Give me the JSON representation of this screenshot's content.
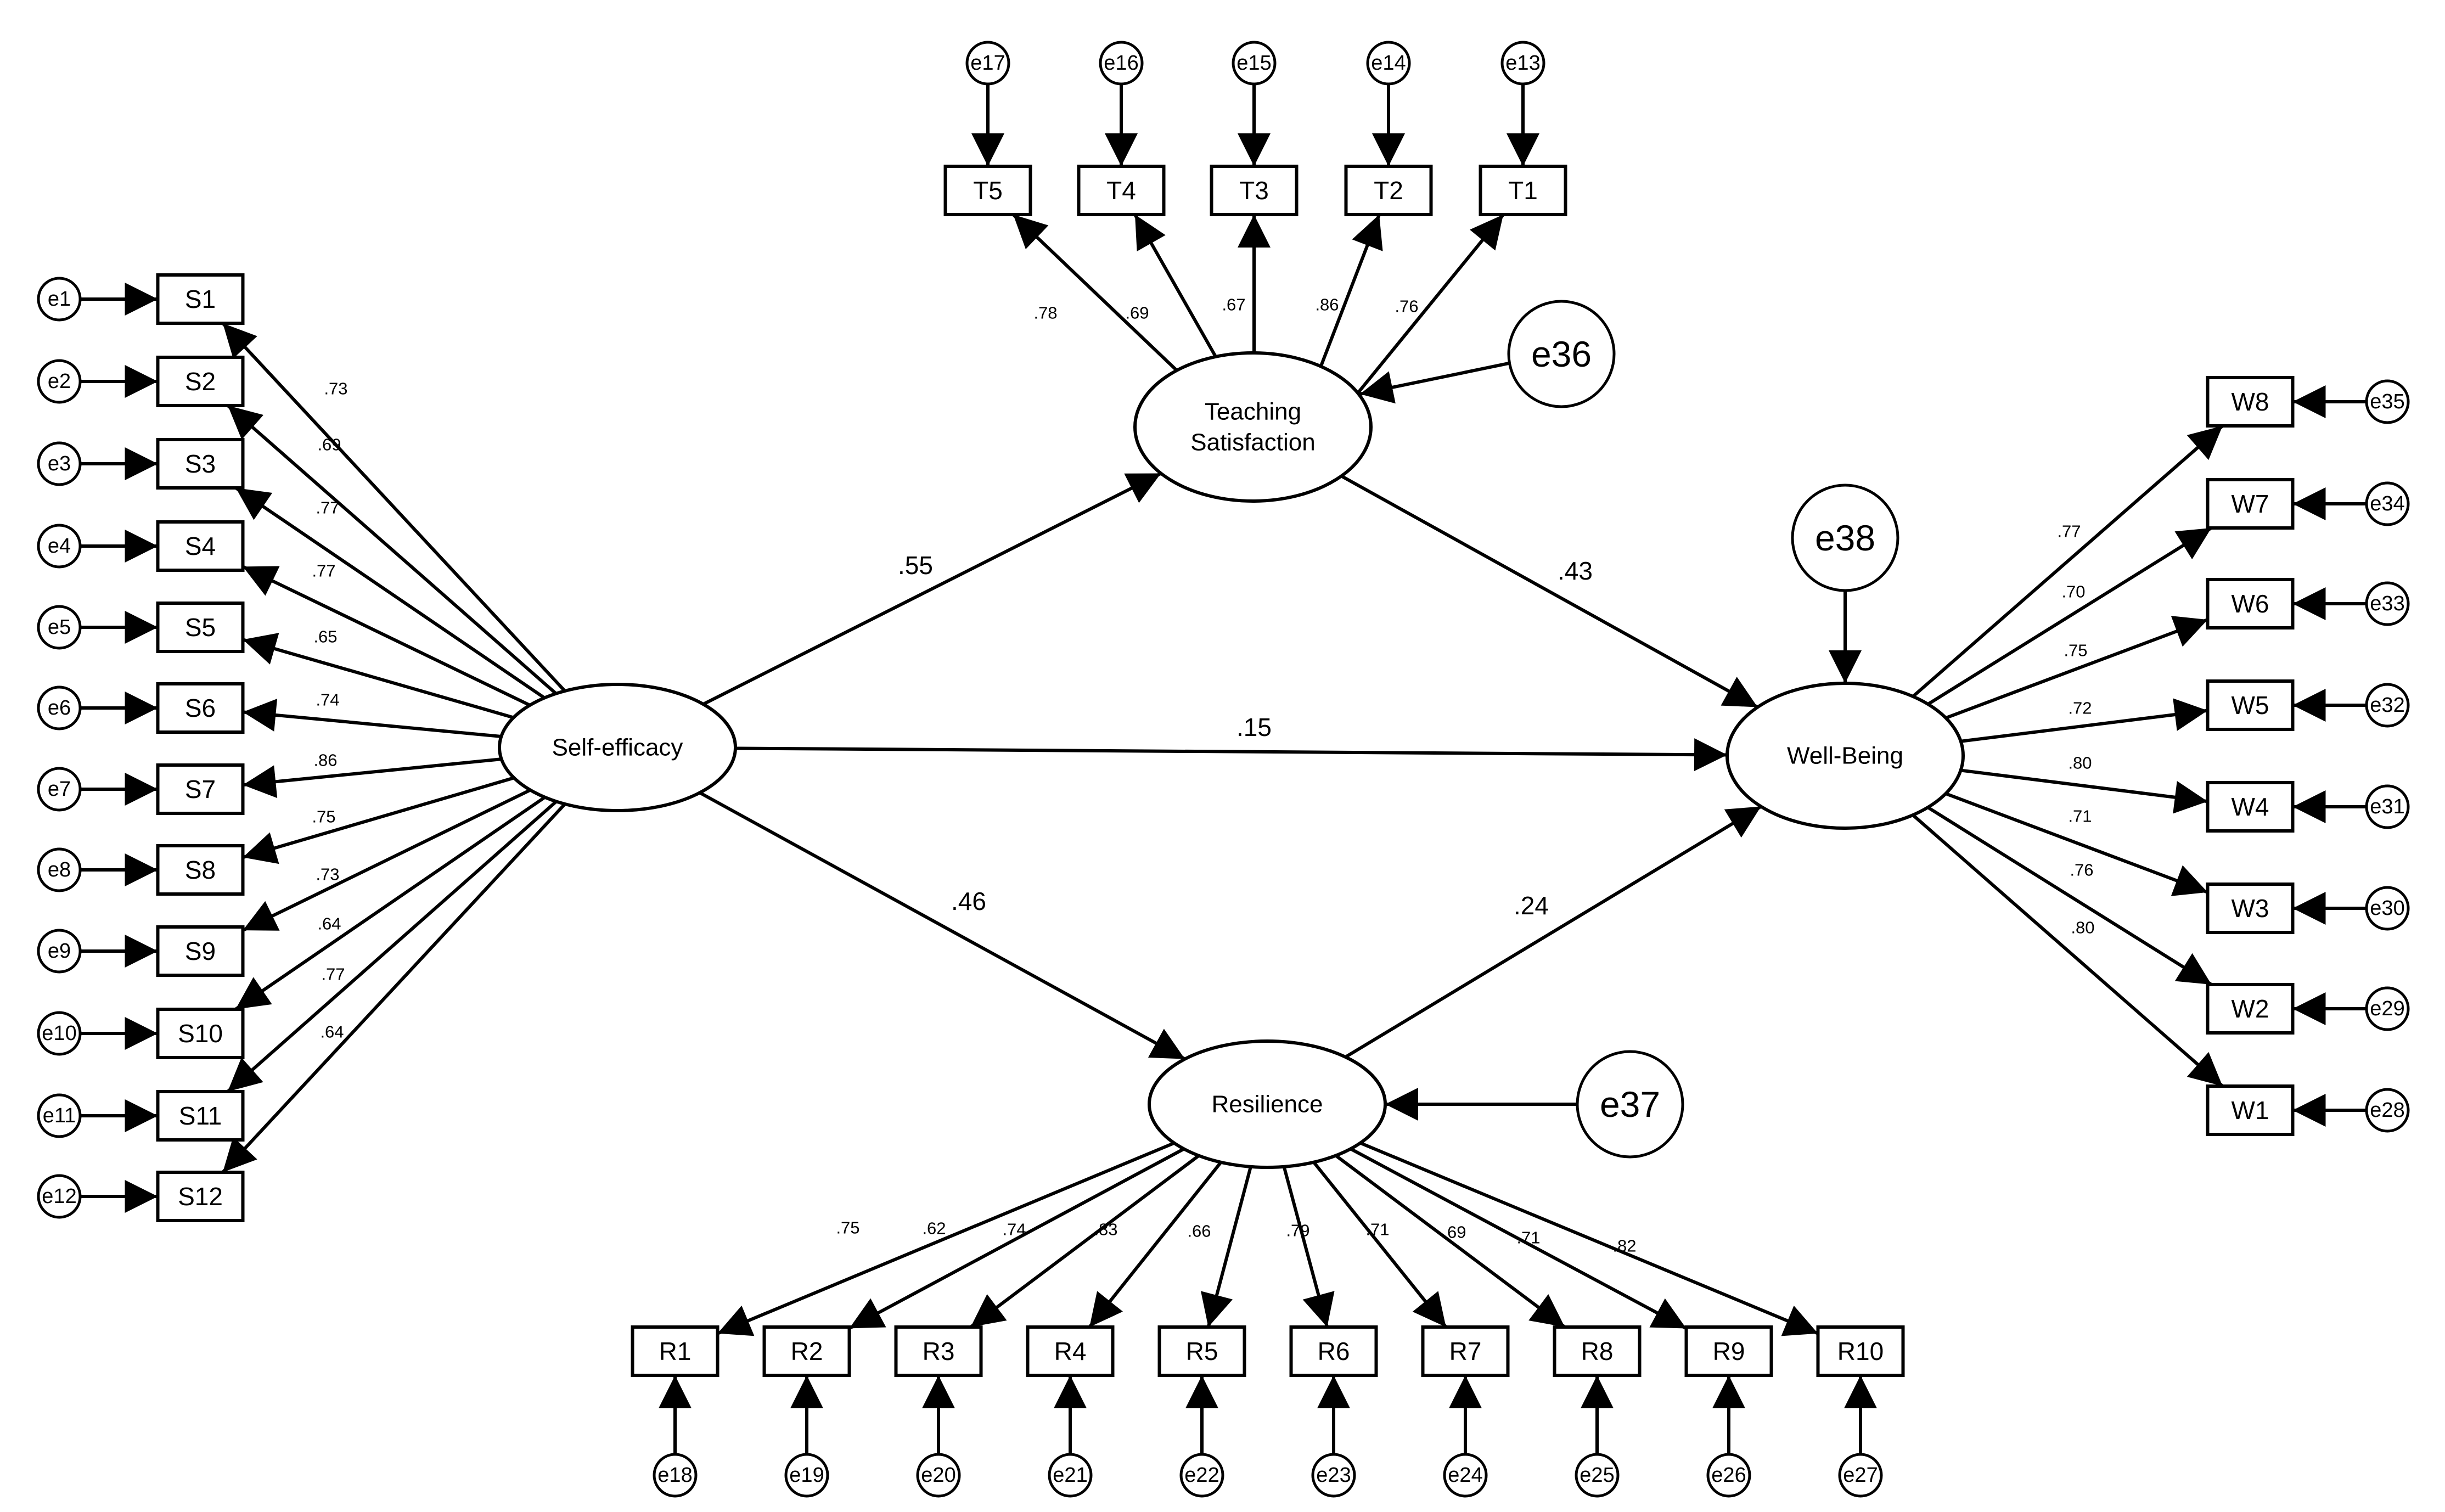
{
  "latents": {
    "self_efficacy": "Self-efficacy",
    "teaching_satisfaction": [
      "Teaching",
      "Satisfaction"
    ],
    "resilience": "Resilience",
    "well_being": "Well-Being"
  },
  "disturbances": {
    "teaching_satisfaction": "e36",
    "resilience": "e37",
    "well_being": "e38"
  },
  "structural_paths": [
    {
      "from": "Self-efficacy",
      "to": "Teaching Satisfaction",
      "coef": ".55"
    },
    {
      "from": "Teaching Satisfaction",
      "to": "Well-Being",
      "coef": ".43"
    },
    {
      "from": "Self-efficacy",
      "to": "Well-Being",
      "coef": ".15"
    },
    {
      "from": "Self-efficacy",
      "to": "Resilience",
      "coef": ".46"
    },
    {
      "from": "Resilience",
      "to": "Well-Being",
      "coef": ".24"
    }
  ],
  "self_efficacy_items": [
    {
      "label": "S1",
      "error": "e1",
      "loading": ".73"
    },
    {
      "label": "S2",
      "error": "e2",
      "loading": ".69"
    },
    {
      "label": "S3",
      "error": "e3",
      "loading": ".77"
    },
    {
      "label": "S4",
      "error": "e4",
      "loading": ".77"
    },
    {
      "label": "S5",
      "error": "e5",
      "loading": ".65"
    },
    {
      "label": "S6",
      "error": "e6",
      "loading": ".74"
    },
    {
      "label": "S7",
      "error": "e7",
      "loading": ".86"
    },
    {
      "label": "S8",
      "error": "e8",
      "loading": ".75"
    },
    {
      "label": "S9",
      "error": "e9",
      "loading": ".73"
    },
    {
      "label": "S10",
      "error": "e10",
      "loading": ".64"
    },
    {
      "label": "S11",
      "error": "e11",
      "loading": ".77"
    },
    {
      "label": "S12",
      "error": "e12",
      "loading": ".64"
    }
  ],
  "teaching_satisfaction_items": [
    {
      "label": "T5",
      "error": "e17",
      "loading": ".78"
    },
    {
      "label": "T4",
      "error": "e16",
      "loading": ".69"
    },
    {
      "label": "T3",
      "error": "e15",
      "loading": ".67"
    },
    {
      "label": "T2",
      "error": "e14",
      "loading": ".86"
    },
    {
      "label": "T1",
      "error": "e13",
      "loading": ".76"
    }
  ],
  "resilience_items": [
    {
      "label": "R1",
      "error": "e18",
      "loading": ".75"
    },
    {
      "label": "R2",
      "error": "e19",
      "loading": ".62"
    },
    {
      "label": "R3",
      "error": "e20",
      "loading": ".74"
    },
    {
      "label": "R4",
      "error": "e21",
      "loading": ".83"
    },
    {
      "label": "R5",
      "error": "e22",
      "loading": ".66"
    },
    {
      "label": "R6",
      "error": "e23",
      "loading": ".79"
    },
    {
      "label": "R7",
      "error": "e24",
      "loading": ".71"
    },
    {
      "label": "R8",
      "error": "e25",
      "loading": ".69"
    },
    {
      "label": "R9",
      "error": "e26",
      "loading": ".71"
    },
    {
      "label": "R10",
      "error": "e27",
      "loading": ".82"
    }
  ],
  "well_being_items": [
    {
      "label": "W8",
      "error": "e35",
      "loading": ".77"
    },
    {
      "label": "W7",
      "error": "e34",
      "loading": ".70"
    },
    {
      "label": "W6",
      "error": "e33",
      "loading": ".75"
    },
    {
      "label": "W5",
      "error": "e32",
      "loading": ".72"
    },
    {
      "label": "W4",
      "error": "e31",
      "loading": ".80"
    },
    {
      "label": "W3",
      "error": "e30",
      "loading": ".71"
    },
    {
      "label": "W2",
      "error": "e29",
      "loading": ".76"
    },
    {
      "label": "W1",
      "error": "e28",
      "loading": ".80"
    }
  ]
}
